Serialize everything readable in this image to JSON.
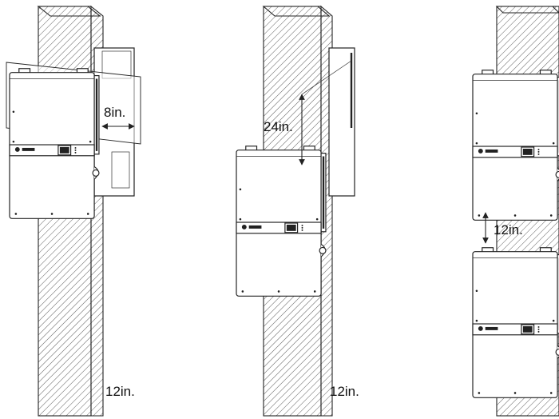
{
  "labels": {
    "clearance_side": "8in.",
    "clearance_top": "24in.",
    "clearance_between": "12in.",
    "ground_left": "12in.",
    "ground_middle": "12in."
  },
  "icons": [
    "post-hatch",
    "inverter-unit",
    "dimension-arrow",
    "brand-logo",
    "display-screen"
  ],
  "colors": {
    "line": "#222222",
    "background": "#ffffff"
  }
}
